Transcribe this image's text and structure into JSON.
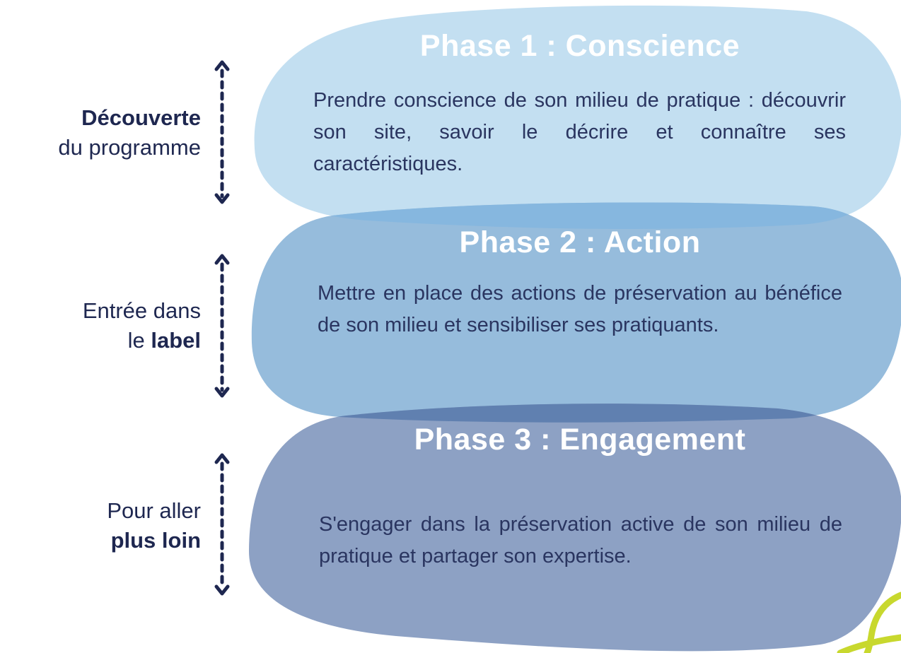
{
  "colors": {
    "phase1": "#c3dff1",
    "phase2": "#8fb7da",
    "phase3": "#8da1c4",
    "overlap12": "#86b7df",
    "overlap23": "#6080b0",
    "text_dark": "#1e2750",
    "arrow": "#1e2750",
    "accent_green": "#c8d82e"
  },
  "sidebar": [
    {
      "line1_prefix": "",
      "line1_bold": "Découverte",
      "line2_prefix": "du programme",
      "line2_bold": ""
    },
    {
      "line1_prefix": "Entrée dans",
      "line1_bold": "",
      "line2_prefix": "le ",
      "line2_bold": "label"
    },
    {
      "line1_prefix": "Pour aller",
      "line1_bold": "",
      "line2_prefix": "",
      "line2_bold": "plus loin"
    }
  ],
  "phases": [
    {
      "title": "Phase 1 : Conscience",
      "description": "Prendre conscience de son milieu de pratique : découvrir son site, savoir le décrire et connaître ses caractéristiques."
    },
    {
      "title": "Phase 2 : Action",
      "description": "Mettre en place des actions de préservation au bénéfice de son milieu et sensibiliser ses pratiquants."
    },
    {
      "title": "Phase 3 : Engagement",
      "description": "S'engager dans la préservation active de son milieu de pratique et partager son expertise."
    }
  ]
}
